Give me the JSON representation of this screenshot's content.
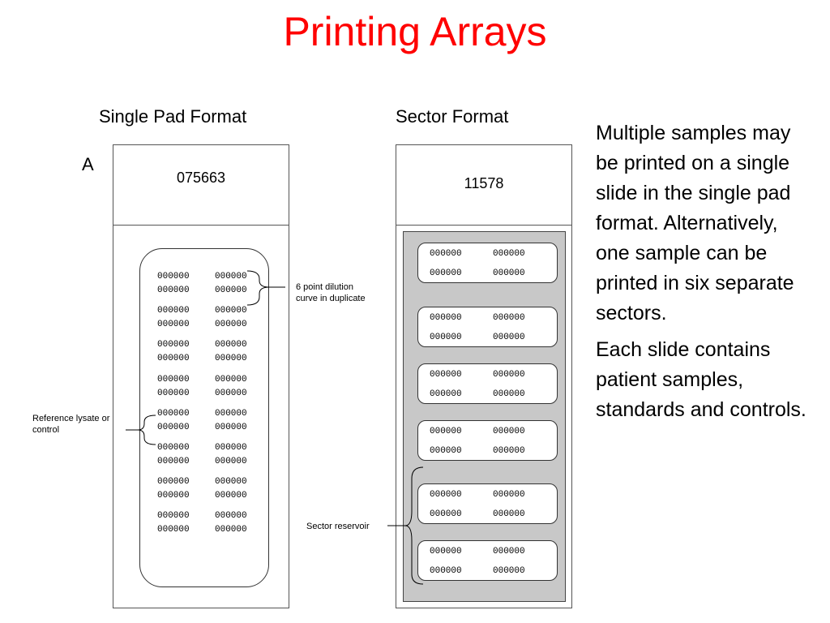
{
  "title": "Printing Arrays",
  "panel_letter": "A",
  "single_pad": {
    "label": "Single Pad Format",
    "slide_id": "075663",
    "spot_label": "000000",
    "annotations": {
      "dilution": "6 point dilution curve in duplicate",
      "reference": "Reference lysate or control"
    }
  },
  "sector": {
    "label": "Sector Format",
    "slide_id": "11578",
    "spot_label": "000000",
    "annotations": {
      "reservoir": "Sector reservoir"
    }
  },
  "description": [
    "Multiple samples may be printed on a single slide in the single pad format. Alternatively, one sample can be printed in six separate sectors.",
    "Each slide contains patient samples, standards and controls."
  ],
  "colors": {
    "title": "#ff0000",
    "sector_background": "#c8c8c8"
  }
}
